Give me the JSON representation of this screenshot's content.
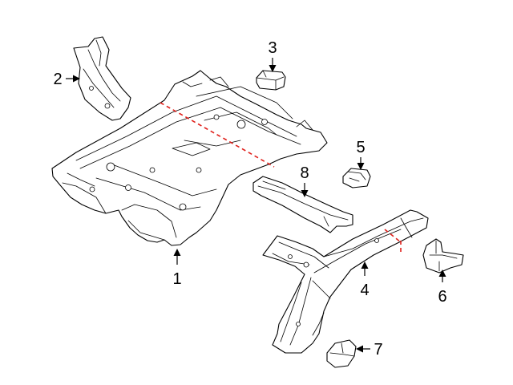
{
  "diagram": {
    "callouts": [
      "1",
      "2",
      "3",
      "4",
      "5",
      "6",
      "7",
      "8"
    ]
  },
  "colors": {
    "line": "#000000",
    "background": "#ffffff",
    "cut_line": "#e0201b"
  }
}
